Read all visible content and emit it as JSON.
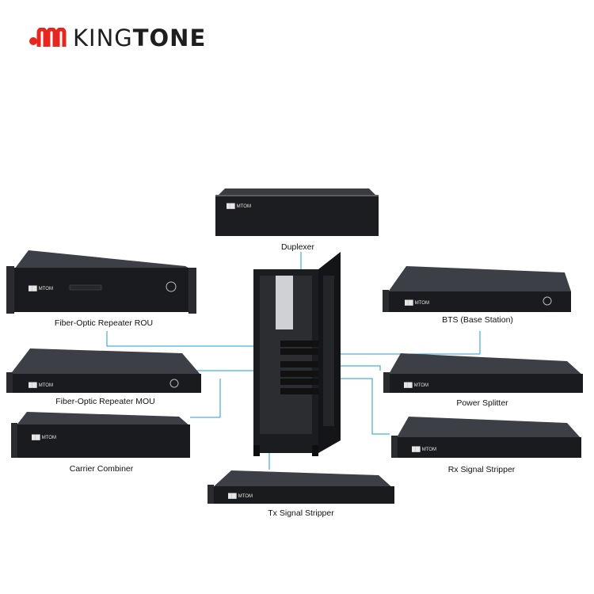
{
  "brand": {
    "name_part1": "KING",
    "name_part2": "TONE",
    "logo_icon": "kingtone-wave-logo-icon",
    "accent": "#e8261f"
  },
  "device_badge": "██▌MTOM",
  "devices": [
    {
      "label": "Duplexer"
    },
    {
      "label": "Fiber-Optic Repeater ROU"
    },
    {
      "label": "BTS (Base Station)"
    },
    {
      "label": "Fiber-Optic Repeater MOU"
    },
    {
      "label": "Power Splitter"
    },
    {
      "label": "Carrier Combiner"
    },
    {
      "label": "Rx Signal Stripper"
    },
    {
      "label": "Tx Signal Stripper"
    }
  ],
  "connector_color": "#1a9fd8"
}
